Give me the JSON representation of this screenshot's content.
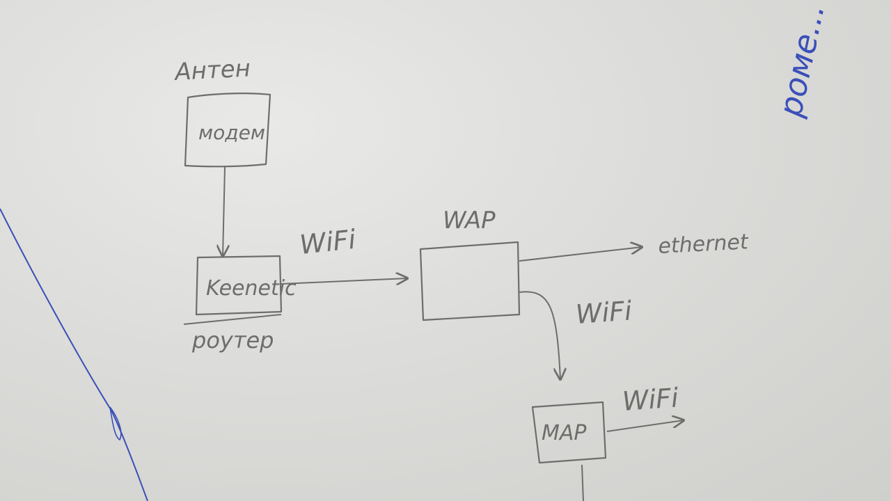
{
  "diagram": {
    "labels": {
      "antenna": "Антен",
      "modem": "модем",
      "keenetic": "Keenetic",
      "router": "роутер",
      "wifi_1": "WiFi",
      "wap": "WAP",
      "ethernet": "ethernet",
      "wifi_2": "WiFi",
      "map": "MAP",
      "wifi_3": "WiFi",
      "margin_note": "роме..."
    },
    "colors": {
      "pencil": "#6d6d6b",
      "ink": "#3a4fb8",
      "paper": "#dcdcda"
    }
  }
}
